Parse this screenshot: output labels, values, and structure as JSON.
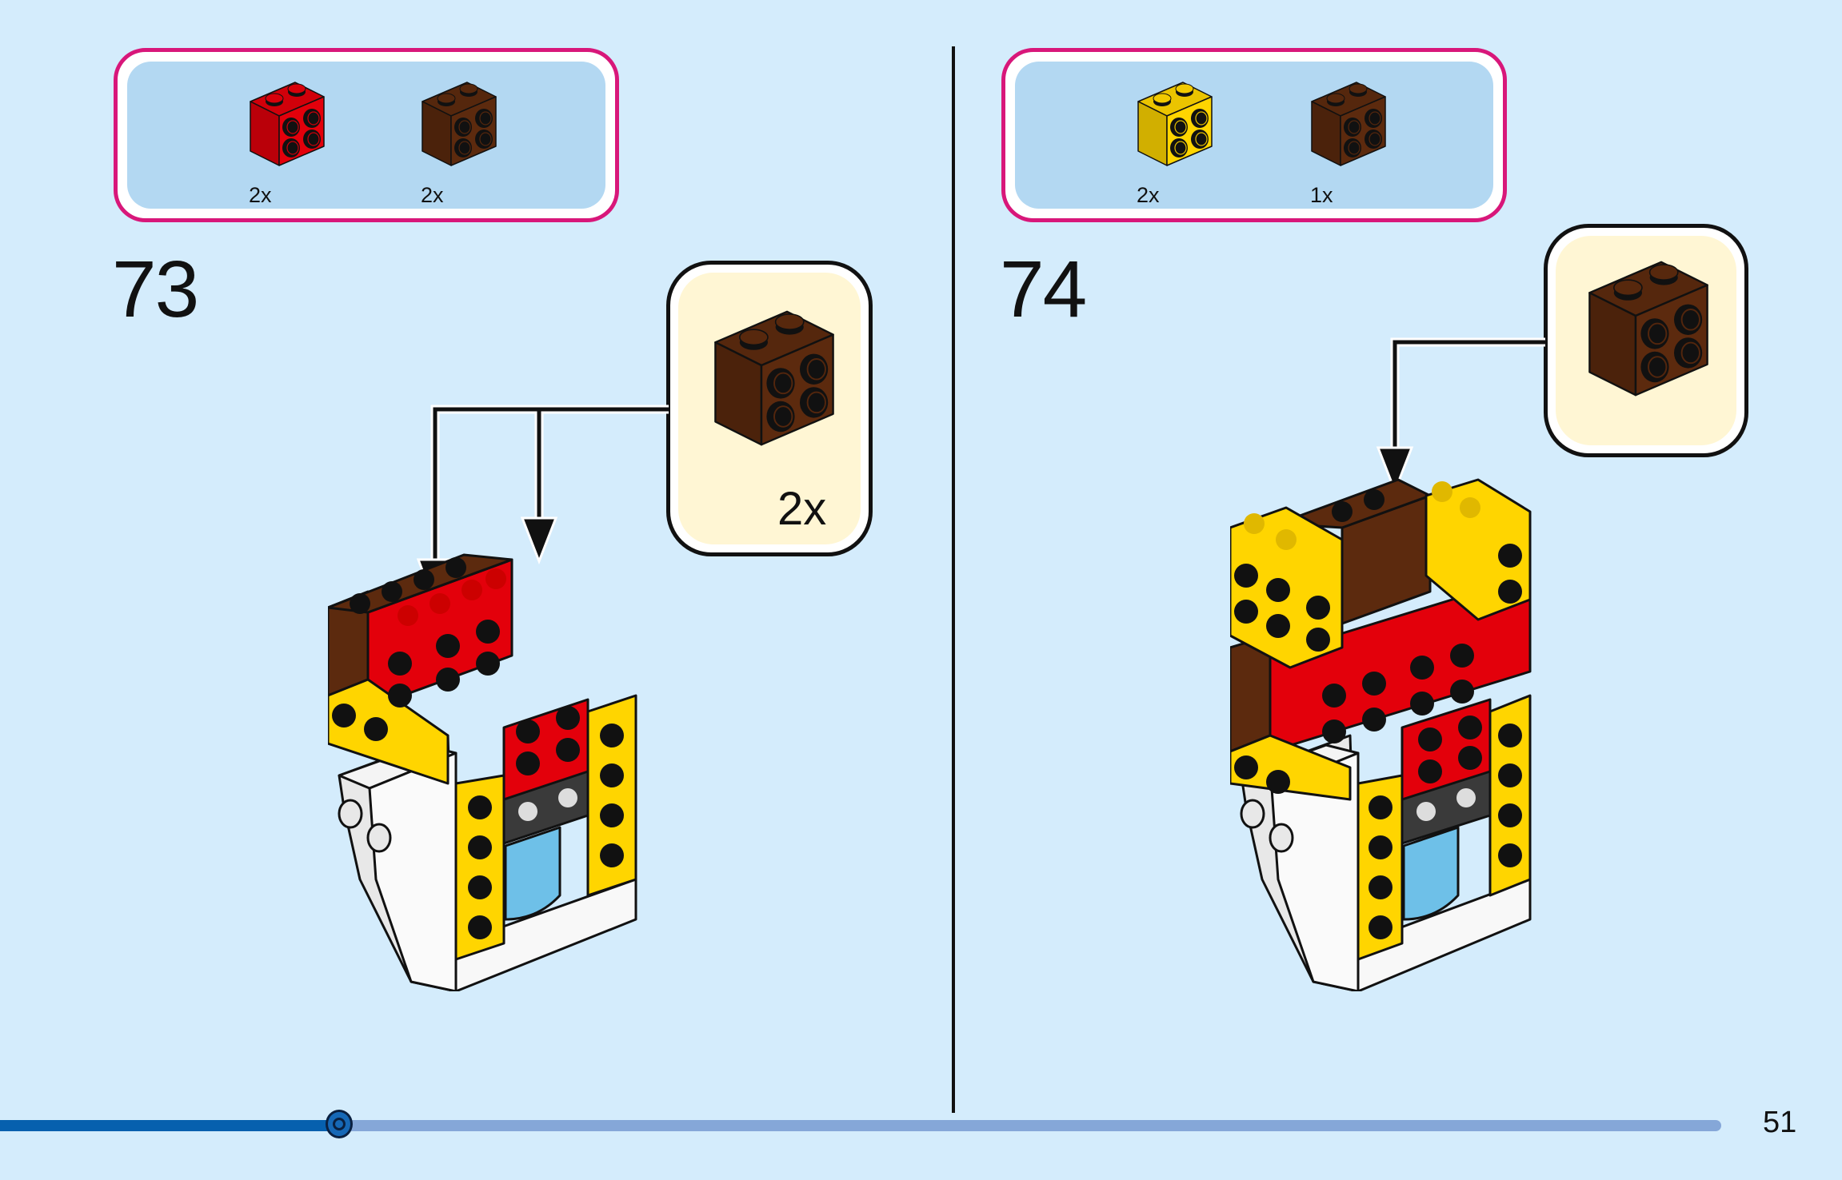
{
  "page": {
    "number": "51"
  },
  "progress": {
    "fraction": 0.197
  },
  "colors": {
    "background": "#d4ecfc",
    "parts_border": "#d8177a",
    "parts_fill": "#b3d8f2",
    "callout_fill": "#fff6d4",
    "progress_fill": "#0660ae",
    "progress_track": "#85a7d8",
    "red": "#e3000b",
    "brown": "#5c2a0e",
    "yellow": "#ffd500",
    "white": "#f4f4f4",
    "dark_gray": "#3a3a3a",
    "light_blue": "#6ec0e8",
    "tan": "#f2d8a0"
  },
  "steps": [
    {
      "number": "73",
      "parts": [
        {
          "name": "brick-1x2x2-studs-red",
          "color": "red",
          "qty": "2x"
        },
        {
          "name": "brick-1x2x2-studs-brown",
          "color": "brown",
          "qty": "2x"
        }
      ],
      "callout": {
        "part": "brick-1x2x2-studs-brown",
        "qty": "2x"
      }
    },
    {
      "number": "74",
      "parts": [
        {
          "name": "brick-1x2x2-studs-yellow",
          "color": "yellow",
          "qty": "2x"
        },
        {
          "name": "brick-1x2x2-studs-brown",
          "color": "brown",
          "qty": "1x"
        }
      ],
      "callout": {
        "part": "brick-1x2x2-studs-brown",
        "qty": ""
      }
    }
  ]
}
